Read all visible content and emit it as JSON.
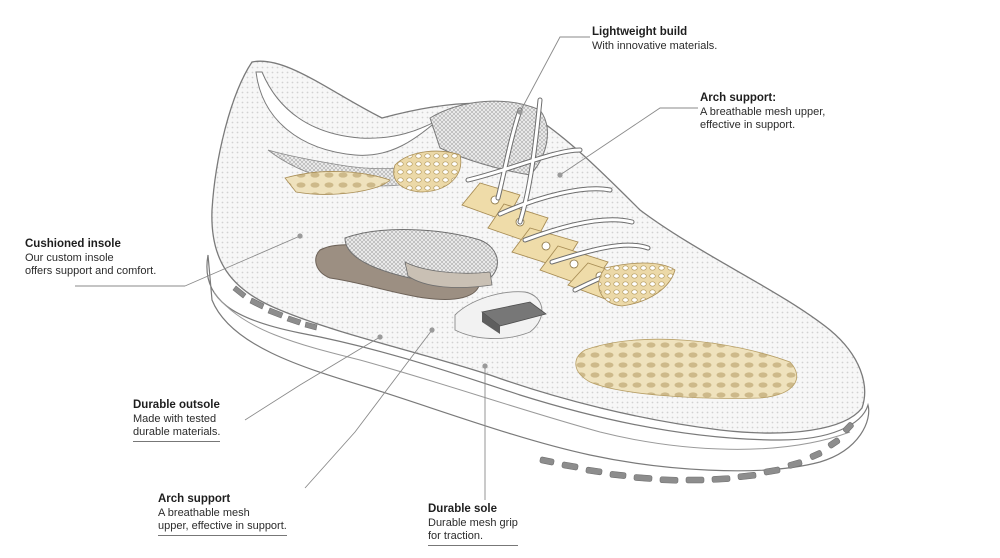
{
  "callouts": {
    "lightweight": {
      "title": "Lightweight build",
      "desc": "With innovative materials."
    },
    "arch_upper": {
      "title": "Arch support:",
      "desc": "A breathable mesh upper,\neffective in support."
    },
    "insole": {
      "title": "Cushioned insole",
      "desc": "Our custom insole\noffers support and comfort."
    },
    "outsole": {
      "title": "Durable outsole",
      "desc": "Made with tested\ndurable materials."
    },
    "arch_lower": {
      "title": "Arch support",
      "desc": "A breathable mesh\nupper, effective in support."
    },
    "sole": {
      "title": "Durable sole",
      "desc": "Durable mesh grip\nfor traction."
    }
  },
  "colors": {
    "outline": "#7a7a7a",
    "mesh": "#f4f4f4",
    "accent_gold": "#ecd9a8",
    "foam_brown": "#9c8f82",
    "tread_grey": "#8d8d8d"
  }
}
